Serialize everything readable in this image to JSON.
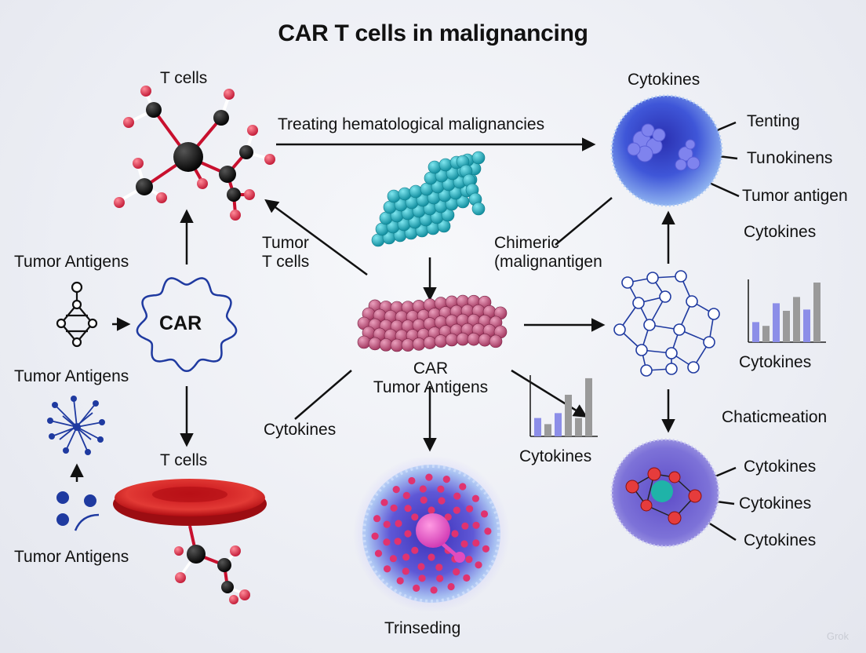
{
  "title": "CAR T cells in malignancing",
  "labels": {
    "t_cells_top": "T cells",
    "cytokines_top": "Cytokines",
    "treating": "Treating hematological malignancies",
    "tenting": "Tenting",
    "tunokinens": "Tuոokinens",
    "tumor_antigen": "Tumor antigen",
    "cytokines_right": "Cytokines",
    "tumor_t_cells": "Tumor\nT cells",
    "chimeric": "Chimeric\n(malignantigen",
    "tumor_antigens_1": "Tumor Antigens",
    "car_badge": "CAR",
    "tumor_antigens_2": "Tumor Antigens",
    "car_center": "CAR\nTumor Antigens",
    "cytokines_chart_right": "Cytokines",
    "chaticmeation": "Chaticmeation",
    "t_cells_bottom": "T cells",
    "cytokines_left_center": "Cytokines",
    "cytokines_mid_chart": "Cytokines",
    "cytokines_b1": "Cytokines",
    "cytokines_b2": "Cytokines",
    "cytokines_b3": "Cytokines",
    "tumor_antigens_3": "Tumor Antigens",
    "trinseding": "Trinseding",
    "watermark": "Grok"
  },
  "colors": {
    "molecule_black": "#111111",
    "molecule_red": "#d8324a",
    "bond_red": "#c8102e",
    "teal": "#1fb3c4",
    "pink": "#c24f78",
    "navy": "#1f3aa0",
    "cell_blue": "#4a63d6",
    "bar_purple": "#8c8ee8",
    "bar_gray": "#9a9a9a"
  },
  "icons": [
    "molecule-icon",
    "car-receptor-icon",
    "network-icon",
    "arrow-icon",
    "bar-chart-icon",
    "cell-icon"
  ]
}
